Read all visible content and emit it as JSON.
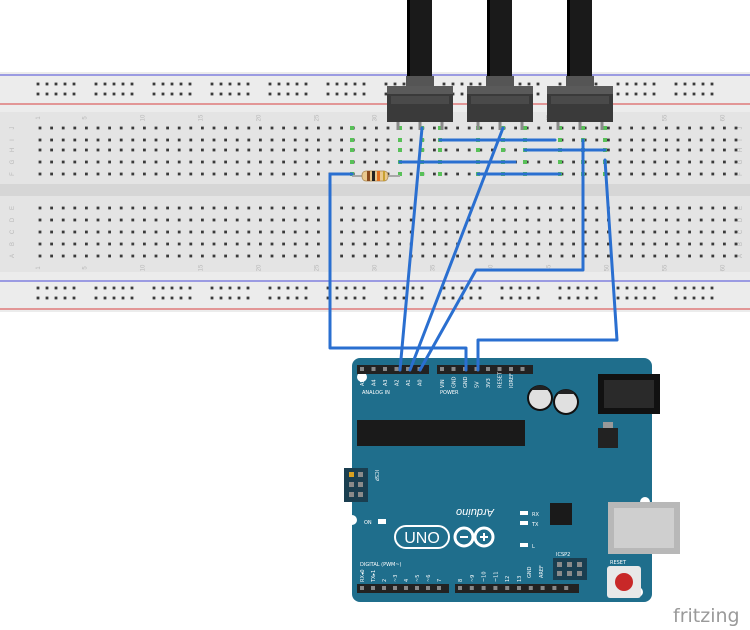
{
  "breadcolors": {
    "rail_red": "#d84040",
    "rail_blue": "#4a4ad8",
    "green_dot": "#58c058",
    "wire": "#2a6fd0",
    "board": "#1f6e8c"
  },
  "breadboard": {
    "column_numbers": [
      "1",
      "5",
      "10",
      "15",
      "20",
      "25",
      "30",
      "35",
      "40",
      "45",
      "50",
      "55",
      "60"
    ],
    "row_letters_top": [
      "J",
      "I",
      "H",
      "G",
      "F"
    ],
    "row_letters_bottom": [
      "E",
      "D",
      "C",
      "B",
      "A"
    ]
  },
  "arduino": {
    "brand": "Arduino",
    "model": "UNO",
    "on_label": "ON",
    "tx_label": "TX",
    "rx_label": "RX",
    "l_label": "L",
    "icsp_label": "ICSP",
    "icsp2_label": "ICSP2",
    "reset_label": "RESET",
    "analog_in_label": "ANALOG IN",
    "power_label": "POWER",
    "digital_label": "DIGITAL (PWM~)",
    "aref_label": "AREF",
    "gnd_label": "GND",
    "analog_pins": [
      "A5",
      "A4",
      "A3",
      "A2",
      "A1",
      "A0"
    ],
    "power_pins": [
      "VIN",
      "GND",
      "GND",
      "5V",
      "3V3",
      "RESET",
      "IOREF"
    ],
    "digital_pins_low": [
      "RX◂0",
      "TX▸1",
      "2",
      "~3",
      "4",
      "~5",
      "~6",
      "7"
    ],
    "digital_pins_high": [
      "8",
      "~9",
      "~10",
      "~11",
      "12",
      "13"
    ]
  },
  "watermark": "fritzing"
}
